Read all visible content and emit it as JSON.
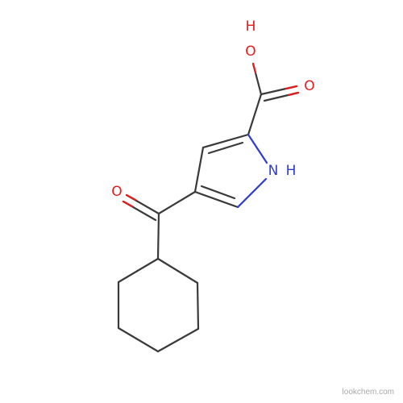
{
  "atoms": [
    {
      "id": "o-hydroxyl",
      "symbol": "O",
      "h": "H",
      "color": "#e41c1c"
    },
    {
      "id": "o-carboxyl",
      "symbol": "O",
      "color": "#e41c1c"
    },
    {
      "id": "o-ketone",
      "symbol": "O",
      "color": "#e41c1c"
    },
    {
      "id": "n-ring",
      "symbol": "N",
      "h": "H",
      "color": "#2f3cd0"
    }
  ],
  "watermark": "lookchem.com"
}
